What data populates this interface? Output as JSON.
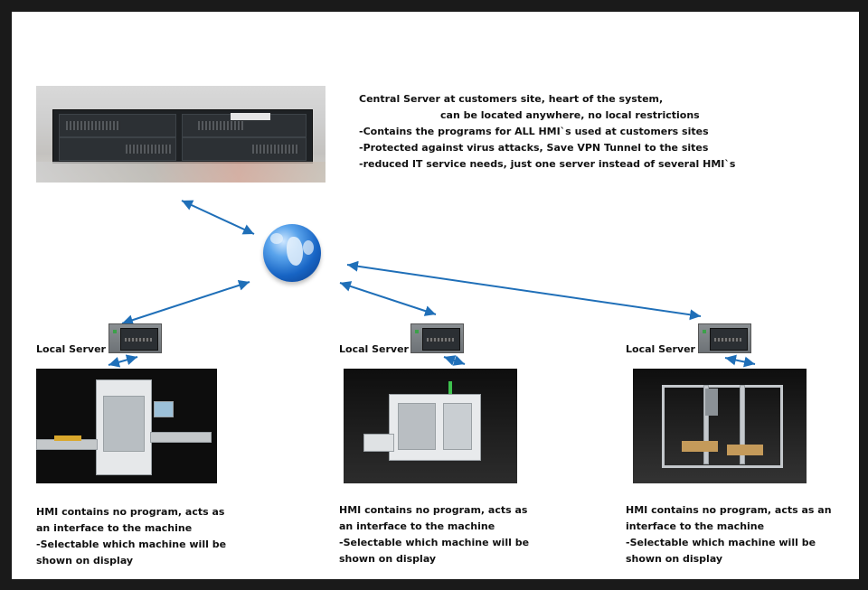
{
  "central": {
    "title": "Central Server",
    "line0_rest": " at customers site, heart of the system,",
    "line1": "can be located anywhere, no local restrictions",
    "line2": "-Contains the programs for ALL HMI`s used at customers sites",
    "line3": "-Protected against virus attacks, Save VPN Tunnel to the sites",
    "line4": "-reduced IT service needs, just one server instead of several HMI`s"
  },
  "nodes": [
    {
      "local_label": "Local Server",
      "hmi_lines": [
        "HMI contains no program, acts as",
        "an interface to the machine",
        "-Selectable which machine will be",
        " shown on display"
      ]
    },
    {
      "local_label": "Local Server",
      "hmi_lines": [
        "HMI contains no program, acts as",
        "an interface to the machine",
        "-Selectable which machine will be",
        " shown on display"
      ]
    },
    {
      "local_label": "Local Server",
      "hmi_lines": [
        "HMI contains no program, acts as an",
        "interface to the machine",
        "-Selectable which machine will be",
        " shown on display"
      ]
    }
  ],
  "colors": {
    "arrow": "#1f6fb8",
    "slide_bg": "#ffffff",
    "border": "#1a1a1a"
  },
  "icons": {
    "globe": "globe-icon",
    "server": "server-rack-image",
    "local_server": "local-server-image",
    "machine": "machine-photo"
  }
}
